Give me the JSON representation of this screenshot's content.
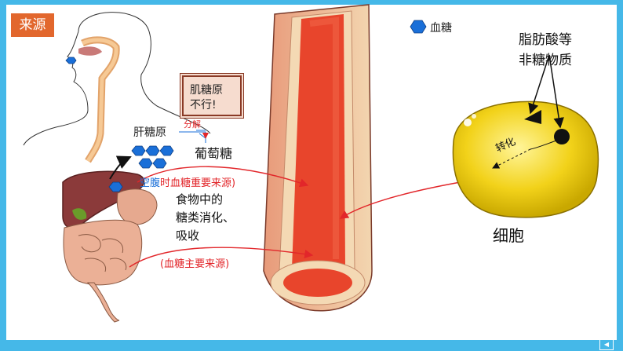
{
  "tag_label": "来源",
  "legend": {
    "label": "血糖"
  },
  "muscle_note": {
    "line1": "肌糖原",
    "line2": "不行!"
  },
  "liver": {
    "glycogen_label": "肝糖原",
    "decompose_label": "分解",
    "glucose_label": "葡萄糖"
  },
  "fasting": {
    "prefix": "空腹",
    "suffix": "时血糖重要来源)"
  },
  "digestion": {
    "line1": "食物中的",
    "line2": "糖类消化、",
    "line3": "吸收"
  },
  "main_source": "(血糖主要来源)",
  "cell": {
    "fat_line1": "脂肪酸等",
    "fat_line2": "非糖物质",
    "convert_label": "转化",
    "cell_label": "细胞"
  },
  "nav": {
    "prev_label": "◀"
  },
  "colors": {
    "tag": "#e2672d",
    "frame": "#45b8e8",
    "glucose": "#1a6fd8",
    "arrow_red": "#e2262a",
    "blood": "#e8452c",
    "cell": "#f2d21a"
  }
}
